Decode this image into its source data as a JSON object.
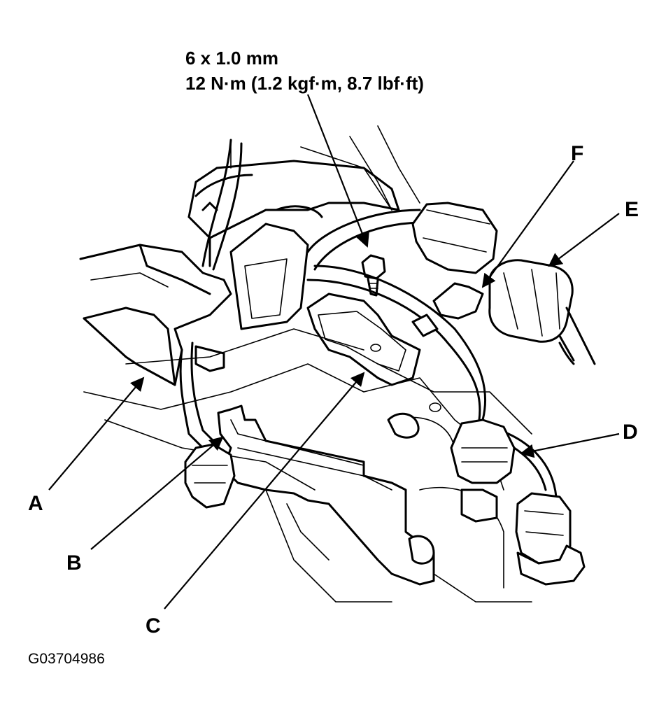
{
  "spec": {
    "bolt_size": "6 x 1.0 mm",
    "torque": "12 N·m (1.2 kgf·m, 8.7 lbf·ft)"
  },
  "callouts": {
    "a": "A",
    "b": "B",
    "c": "C",
    "d": "D",
    "e": "E",
    "f": "F"
  },
  "figure_id": "G03704986"
}
